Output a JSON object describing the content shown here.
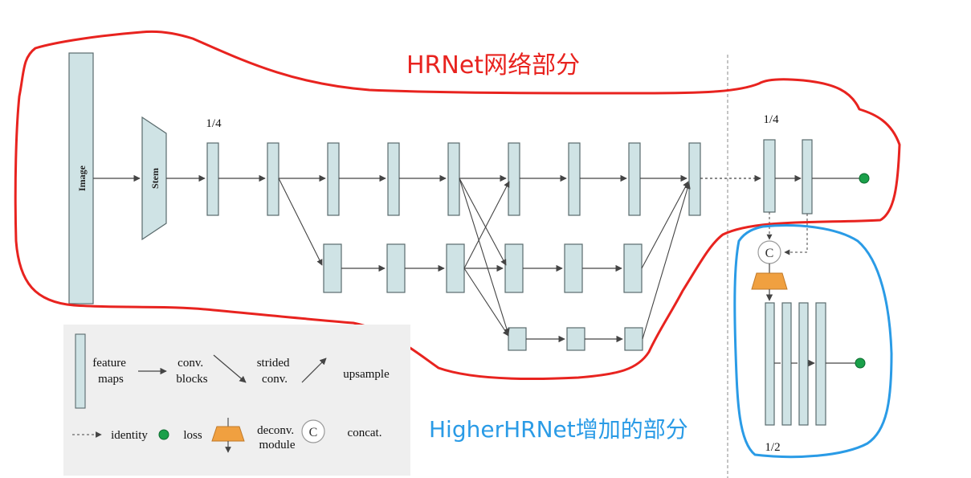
{
  "labels": {
    "hrnet_part": "HRNet网络部分",
    "higher_part": "HigherHRNet增加的部分",
    "scale_quarter": "1/4",
    "scale_quarter_right": "1/4",
    "scale_half": "1/2",
    "image_block": "Image",
    "stem_block": "Stem",
    "concat_symbol": "C"
  },
  "legend": {
    "feature_maps": [
      "feature",
      "maps"
    ],
    "conv_blocks": [
      "conv.",
      "blocks"
    ],
    "strided_conv": [
      "strided",
      "conv."
    ],
    "upsample": "upsample",
    "identity": "identity",
    "loss": "loss",
    "deconv_module": [
      "deconv.",
      "module"
    ],
    "concat_symbol": "C",
    "concat": "concat."
  },
  "colors": {
    "block_fill": "#cfe3e5",
    "block_stroke": "#5a6b6d",
    "red_outline": "#e8231f",
    "blue_outline": "#2a9be6",
    "blue_text": "#2a9be6",
    "loss_dot": "#1aa04a",
    "deconv_fill": "#f0a040",
    "legend_bg": "#efefef"
  }
}
